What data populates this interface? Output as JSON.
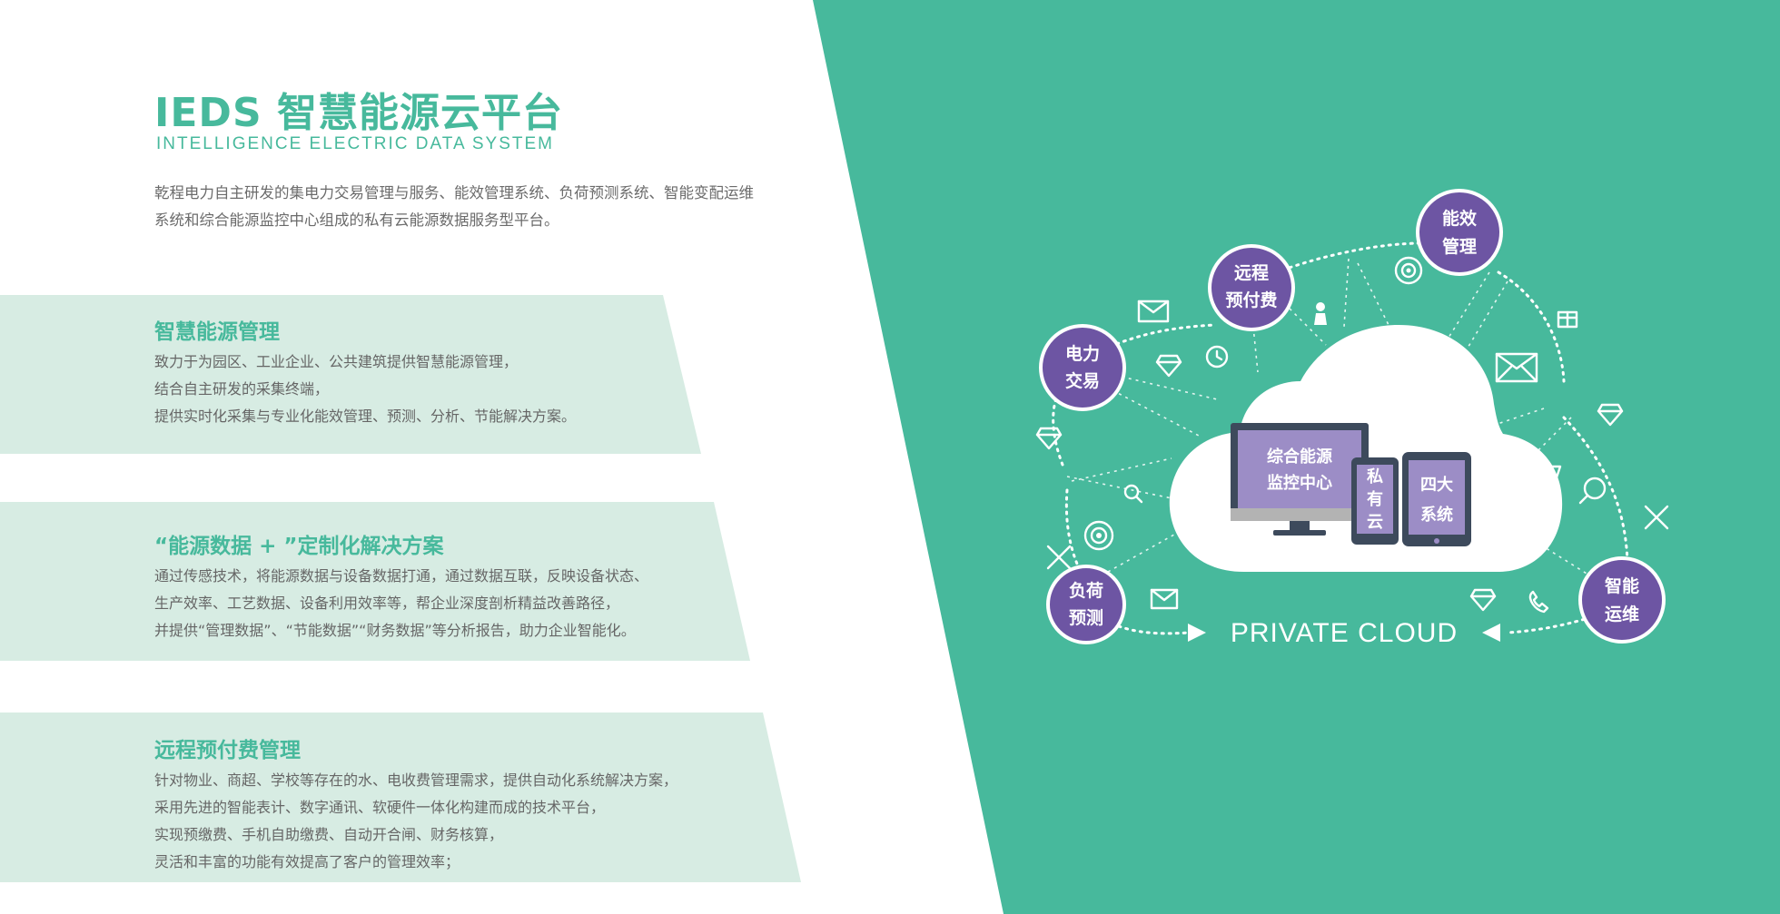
{
  "header": {
    "title": "IEDS 智慧能源云平台",
    "subtitle": "INTELLIGENCE  ELECTRIC  DATA  SYSTEM",
    "intro_lines": [
      "乾程电力自主研发的集电力交易管理与服务、能效管理系统、负荷预测系统、智能变配运维",
      "系统和综合能源监控中心组成的私有云能源数据服务型平台。"
    ]
  },
  "sections": [
    {
      "title": "智慧能源管理",
      "lines": [
        "致力于为园区、工业企业、公共建筑提供智慧能源管理，",
        "结合自主研发的采集终端，",
        "提供实时化采集与专业化能效管理、预测、分析、节能解决方案。"
      ]
    },
    {
      "title": "“能源数据 + ”定制化解决方案",
      "lines": [
        "通过传感技术，将能源数据与设备数据打通，通过数据互联，反映设备状态、",
        "生产效率、工艺数据、设备利用效率等，帮企业深度剖析精益改善路径，",
        "并提供“管理数据”、“节能数据”“财务数据”等分析报告，助力企业智能化。"
      ]
    },
    {
      "title": "远程预付费管理",
      "lines": [
        "针对物业、商超、学校等存在的水、电收费管理需求，提供自动化系统解决方案，",
        "采用先进的智能表计、数字通讯、软硬件一体化构建而成的技术平台，",
        "实现预缴费、手机自助缴费、自动开合闸、财务核算，",
        "灵活和丰富的功能有效提高了客户的管理效率；"
      ]
    }
  ],
  "diagram": {
    "nodes": {
      "trade": [
        "电力",
        "交易"
      ],
      "prepay": [
        "远程",
        "预付费"
      ],
      "efficiency": [
        "能效",
        "管理"
      ],
      "forecast": [
        "负荷",
        "预测"
      ],
      "ops": [
        "智能",
        "运维"
      ]
    },
    "monitor_label": [
      "综合能源",
      "监控中心"
    ],
    "phone_label": [
      "私",
      "有",
      "云"
    ],
    "tablet_label": [
      "四大",
      "系统"
    ],
    "cloud_caption": "PRIVATE CLOUD"
  },
  "colors": {
    "accent_green": "#47b99c",
    "panel_bg": "#d7ece3",
    "node_purple": "#6d55a3",
    "screen_purple": "#9c8dc6"
  },
  "icons": [
    "envelope-icon",
    "diamond-icon",
    "clock-icon",
    "person-icon",
    "target-icon",
    "gift-icon",
    "cart-icon",
    "search-icon",
    "tools-icon",
    "phone-call-icon"
  ]
}
